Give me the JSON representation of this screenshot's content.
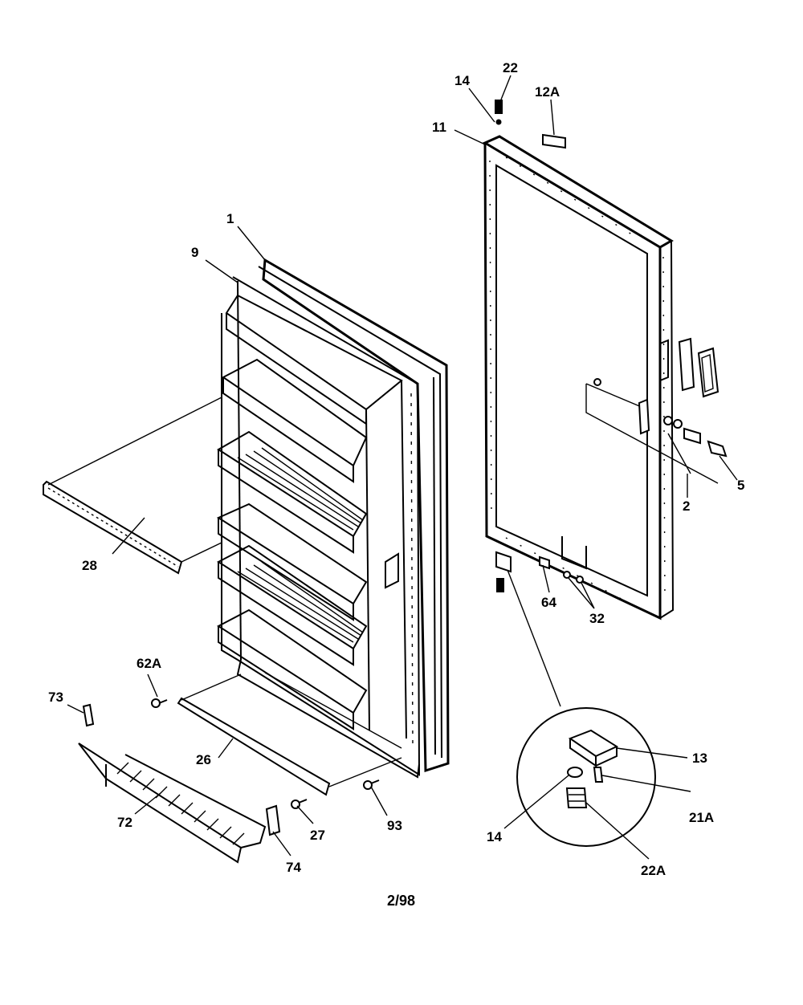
{
  "diagram": {
    "footer": "2/98",
    "callouts": {
      "c1": "1",
      "c9": "9",
      "c28": "28",
      "c62a": "62A",
      "c73": "73",
      "c26": "26",
      "c72": "72",
      "c27": "27",
      "c93": "93",
      "c74": "74",
      "c22": "22",
      "c14_top": "14",
      "c12a": "12A",
      "c11": "11",
      "c5": "5",
      "c2": "2",
      "c64": "64",
      "c32": "32",
      "c13": "13",
      "c21a": "21A",
      "c14_bottom": "14",
      "c22a": "22A"
    }
  }
}
